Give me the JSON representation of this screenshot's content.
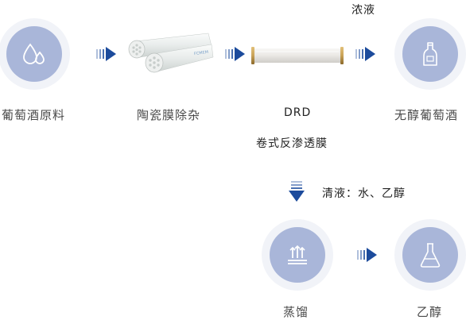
{
  "nodes": {
    "raw_wine": "葡萄酒原料",
    "ceramic": "陶瓷膜除杂",
    "drd_code": "DRD",
    "drd_name": "卷式反渗透膜",
    "dealc_wine": "无醇葡萄酒",
    "distill": "蒸馏",
    "ethanol": "乙醇"
  },
  "flows": {
    "concentrate": "浓液",
    "permeate": "清液：水、乙醇"
  },
  "icons": {
    "raw_wine": "water-drop-icon",
    "dealc_wine": "bottle-icon",
    "distill": "distillation-icon",
    "ethanol": "flask-icon"
  },
  "product_labels": {
    "ceramic_brand": "FCMEM"
  },
  "colors": {
    "arrow": "#1c4b9c",
    "icon_circle": "#a9b6d9",
    "outer_circle": "#f1f3f8",
    "cartridge_cap": "#c9a257"
  }
}
